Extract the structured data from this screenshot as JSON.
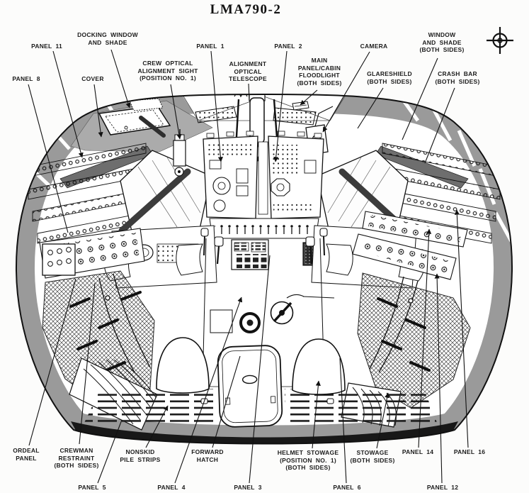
{
  "title": "LMA790-2",
  "colors": {
    "ink": "#1c1c1c",
    "paper": "#fcfcfb",
    "shell_gray": "#9a9a9a",
    "glareshield_gray": "#6e6e6e",
    "roof_gray": "#ababab",
    "floor_black": "#181818"
  },
  "callouts": {
    "panel_11": "PANEL 11",
    "docking_window": "DOCKING WINDOW\nAND SHADE",
    "panel_8": "PANEL 8",
    "cover": "COVER",
    "coas": "CREW OPTICAL\nALIGNMENT SIGHT\n(POSITION NO. 1)",
    "panel_1": "PANEL 1",
    "aot": "ALIGNMENT\nOPTICAL\nTELESCOPE",
    "panel_2": "PANEL 2",
    "main_floodlight": "MAIN\nPANEL/CABIN\nFLOODLIGHT\n(BOTH SIDES)",
    "camera": "CAMERA",
    "glareshield": "GLARESHIELD\n(BOTH SIDES)",
    "window_shade": "WINDOW\nAND SHADE\n(BOTH SIDES)",
    "crash_bar": "CRASH BAR\n(BOTH SIDES)",
    "ordeal": "ORDEAL\nPANEL",
    "crewman": "CREWMAN\nRESTRAINT\n(BOTH SIDES)",
    "nonskid": "NONSKID\nPILE STRIPS",
    "forward_hatch": "FORWARD\nHATCH",
    "helmet_stowage": "HELMET STOWAGE\n(POSITION NO. 1)\n(BOTH SIDES)",
    "stowage": "STOWAGE\n(BOTH SIDES)",
    "panel_14": "PANEL 14",
    "panel_16": "PANEL 16",
    "panel_5": "PANEL 5",
    "panel_4": "PANEL 4",
    "panel_3": "PANEL 3",
    "panel_6": "PANEL 6",
    "panel_12": "PANEL 12"
  }
}
